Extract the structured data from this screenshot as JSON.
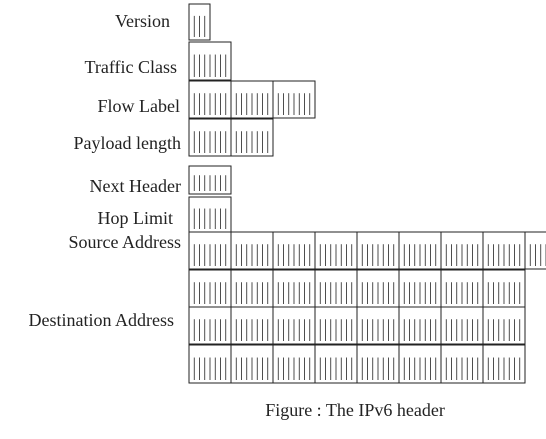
{
  "labels": {
    "version": "Version",
    "traffic_class": "Traffic Class",
    "flow_label": "Flow Label",
    "payload_length": "Payload length",
    "next_header": "Next Header",
    "hop_limit": "Hop Limit",
    "source_address": "Source Address",
    "destination_address": "Destination Address"
  },
  "caption": "Figure : The IPv6 header",
  "fields": [
    {
      "name": "version",
      "bits": 4
    },
    {
      "name": "traffic_class",
      "bits": 8
    },
    {
      "name": "flow_label",
      "bits": 20
    },
    {
      "name": "payload_length",
      "bits": 16
    },
    {
      "name": "next_header",
      "bits": 8
    },
    {
      "name": "hop_limit",
      "bits": 8
    },
    {
      "name": "source_address",
      "bits": 128
    },
    {
      "name": "destination_address",
      "bits": 128
    }
  ],
  "colors": {
    "line": "#222222"
  }
}
